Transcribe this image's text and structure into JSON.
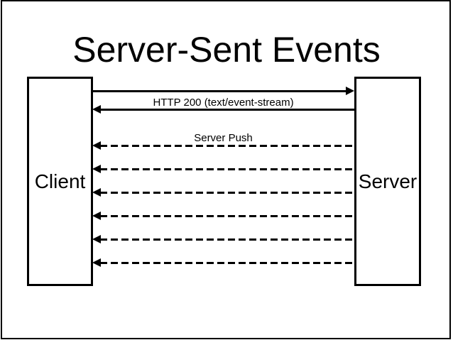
{
  "diagram": {
    "title": "Server-Sent Events",
    "participants": [
      {
        "id": "client",
        "label": "Client"
      },
      {
        "id": "server",
        "label": "Server"
      }
    ],
    "messages": [
      {
        "from": "client",
        "to": "server",
        "style": "solid",
        "label": ""
      },
      {
        "from": "server",
        "to": "client",
        "style": "solid",
        "label": "HTTP 200 (text/event-stream)"
      },
      {
        "from": "server",
        "to": "client",
        "style": "dashed",
        "label": "Server Push",
        "count": 6
      }
    ]
  },
  "colors": {
    "ink": "#000000",
    "background": "#ffffff"
  }
}
